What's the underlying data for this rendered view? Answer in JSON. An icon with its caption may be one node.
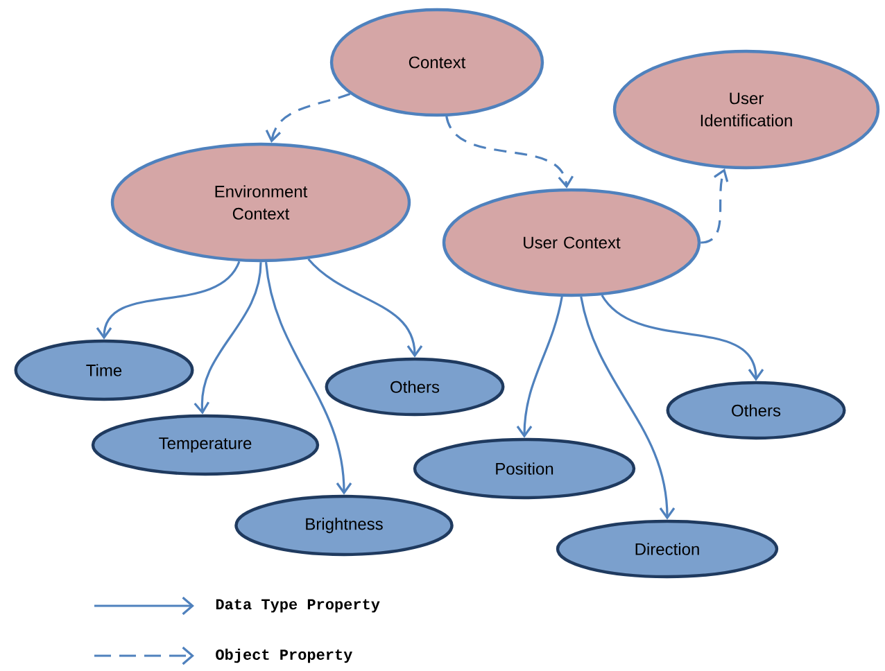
{
  "diagram": {
    "nodes": [
      {
        "text": [
          "Context"
        ]
      },
      {
        "text": [
          "Environment Context"
        ]
      },
      {
        "text": [
          "User Context"
        ]
      },
      {
        "text": [
          "User Identification"
        ]
      },
      {
        "text": [
          "Time"
        ]
      },
      {
        "text": [
          "Temperature"
        ]
      },
      {
        "text": [
          "Brightness"
        ]
      },
      {
        "text": [
          "Others"
        ]
      },
      {
        "text": [
          "Position"
        ]
      },
      {
        "text": [
          "Others"
        ]
      },
      {
        "text": [
          "Direction"
        ]
      }
    ],
    "edges": [
      {
        "from": 0,
        "to": 1,
        "arrow": "to",
        "style": "dashed"
      },
      {
        "from": 0,
        "to": 2,
        "arrow": "to",
        "style": "dashed"
      },
      {
        "from": 2,
        "to": 3,
        "arrow": "to",
        "style": "dashed"
      },
      {
        "from": 1,
        "to": 4,
        "arrow": "to"
      },
      {
        "from": 1,
        "to": 5,
        "arrow": "to"
      },
      {
        "from": 1,
        "to": 6,
        "arrow": "to"
      },
      {
        "from": 1,
        "to": 7,
        "arrow": "to"
      },
      {
        "from": 2,
        "to": 8,
        "arrow": "to"
      },
      {
        "from": 2,
        "to": 10,
        "arrow": "to"
      },
      {
        "from": 2,
        "to": 9,
        "arrow": "to"
      }
    ],
    "legend": [
      {
        "text": "Data Type Property"
      },
      {
        "text": "Object Property"
      }
    ]
  }
}
